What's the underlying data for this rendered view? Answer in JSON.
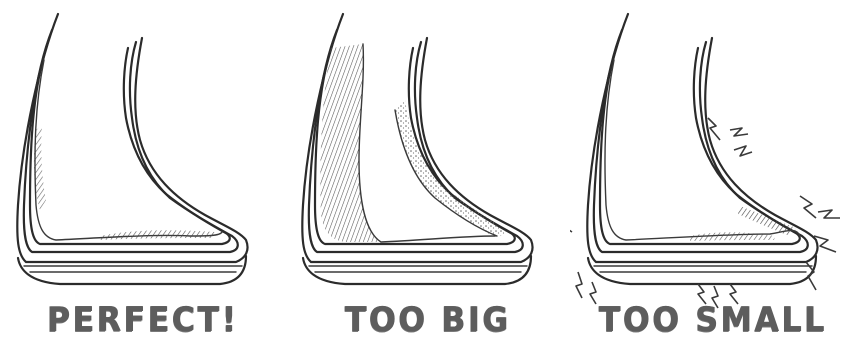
{
  "panels": [
    {
      "id": "perfect",
      "caption": "PERFECT!"
    },
    {
      "id": "too-big",
      "caption": "TOO BIG"
    },
    {
      "id": "too-small",
      "caption": "TOO SMALL"
    }
  ],
  "colors": {
    "ink": "#2b2b2b",
    "caption": "#5d5d5d",
    "shading": "#8a8a8a",
    "background": "#ffffff"
  }
}
